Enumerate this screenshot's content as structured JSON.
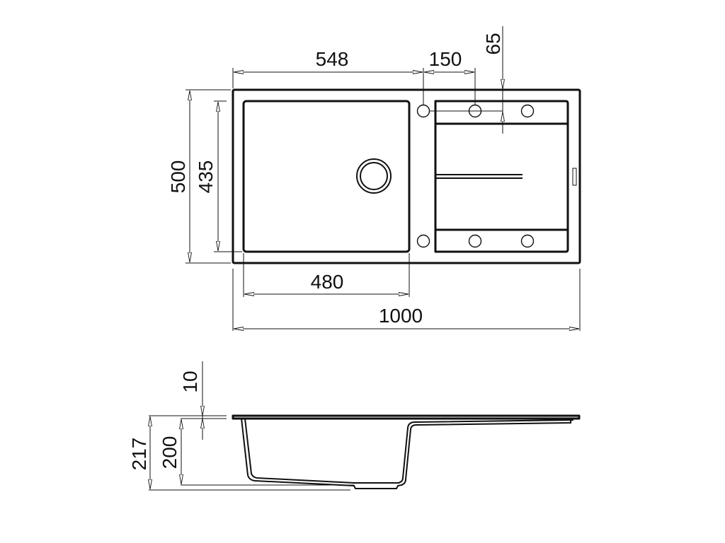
{
  "drawing": {
    "title": "Kitchen sink with drainer - technical dimension drawing",
    "units": "mm",
    "line_color": "#111111",
    "background": "#ffffff"
  },
  "top_view": {
    "dimensions": {
      "overall_width": "1000",
      "overall_depth": "500",
      "bowl_width": "480",
      "bowl_depth": "435",
      "tap_hole_offset": "548",
      "tap_hole_spacing": "150",
      "tap_hole_from_edge": "65"
    },
    "features": [
      "outer-rim",
      "bowl",
      "drain-waste",
      "drainer",
      "tap-holes",
      "overflow-slot",
      "drainer-grooves"
    ]
  },
  "side_view": {
    "dimensions": {
      "total_height": "217",
      "bowl_depth": "200",
      "rim_thickness": "10"
    }
  }
}
